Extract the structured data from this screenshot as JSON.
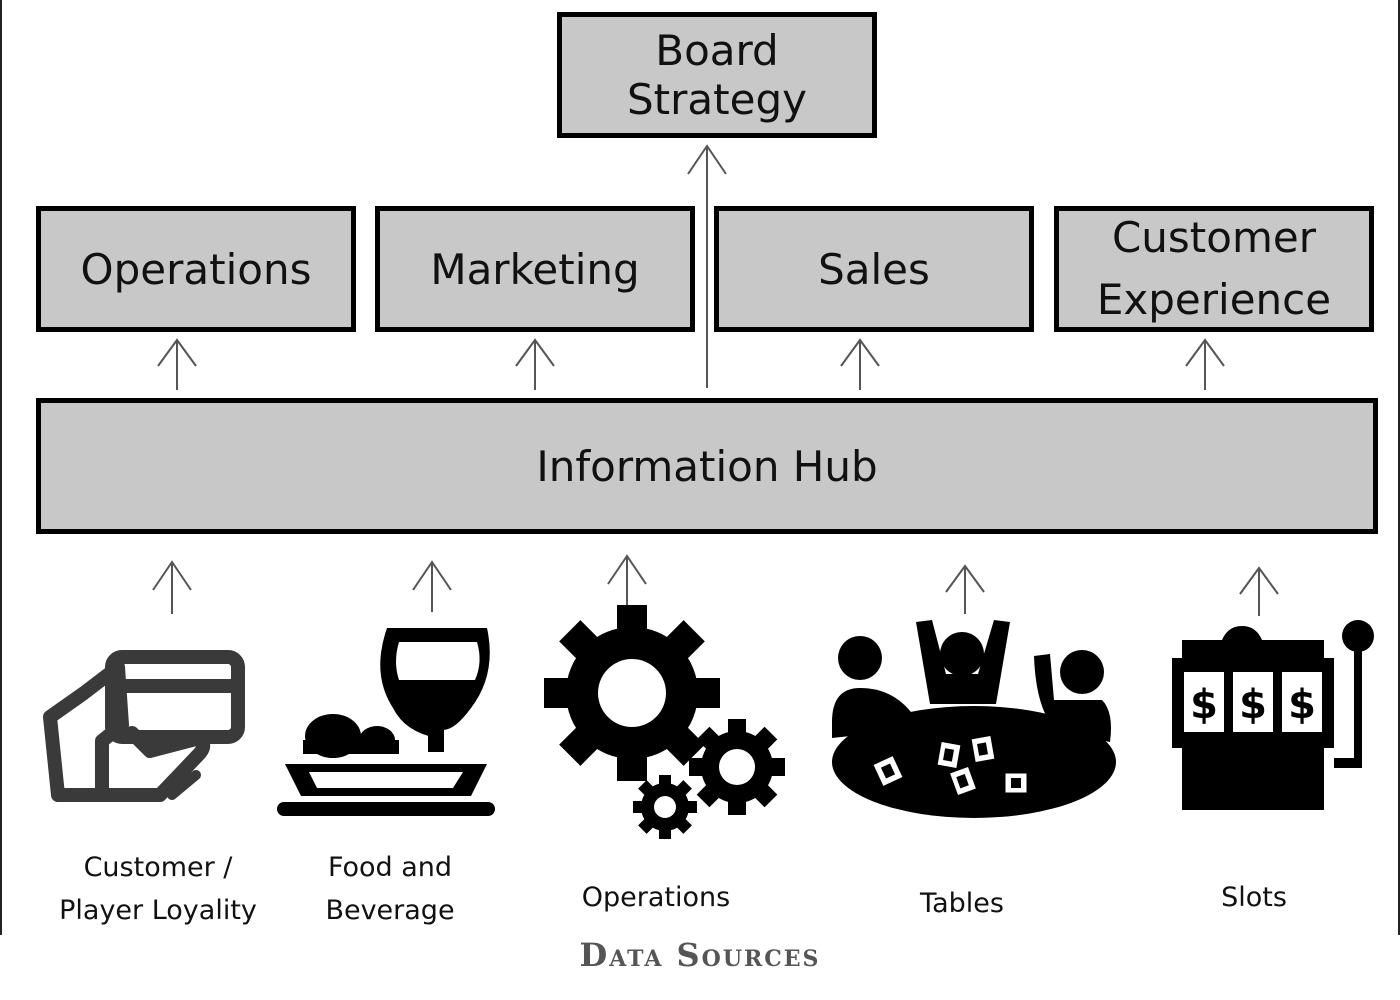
{
  "top": {
    "label": "Board Strategy"
  },
  "departments": [
    {
      "label": "Operations"
    },
    {
      "label": "Marketing"
    },
    {
      "label": "Sales"
    },
    {
      "label_line1": "Customer",
      "label_line2": "Experience"
    }
  ],
  "hub": {
    "label": "Information Hub"
  },
  "sources": [
    {
      "label": "Customer /\nPlayer Loyality",
      "icon": "card-in-hand-icon"
    },
    {
      "label": "Food and\nBeverage",
      "icon": "wine-glass-and-food-icon"
    },
    {
      "label": "Operations",
      "icon": "gears-icon"
    },
    {
      "label": "Tables",
      "icon": "card-table-players-icon"
    },
    {
      "label": "Slots",
      "icon": "slot-machine-icon"
    }
  ],
  "footer": {
    "label": "Data Sources"
  },
  "colors": {
    "box_fill": "#c8c8c8",
    "border": "#000000",
    "arrow": "#555555",
    "footer_text": "#555555"
  }
}
